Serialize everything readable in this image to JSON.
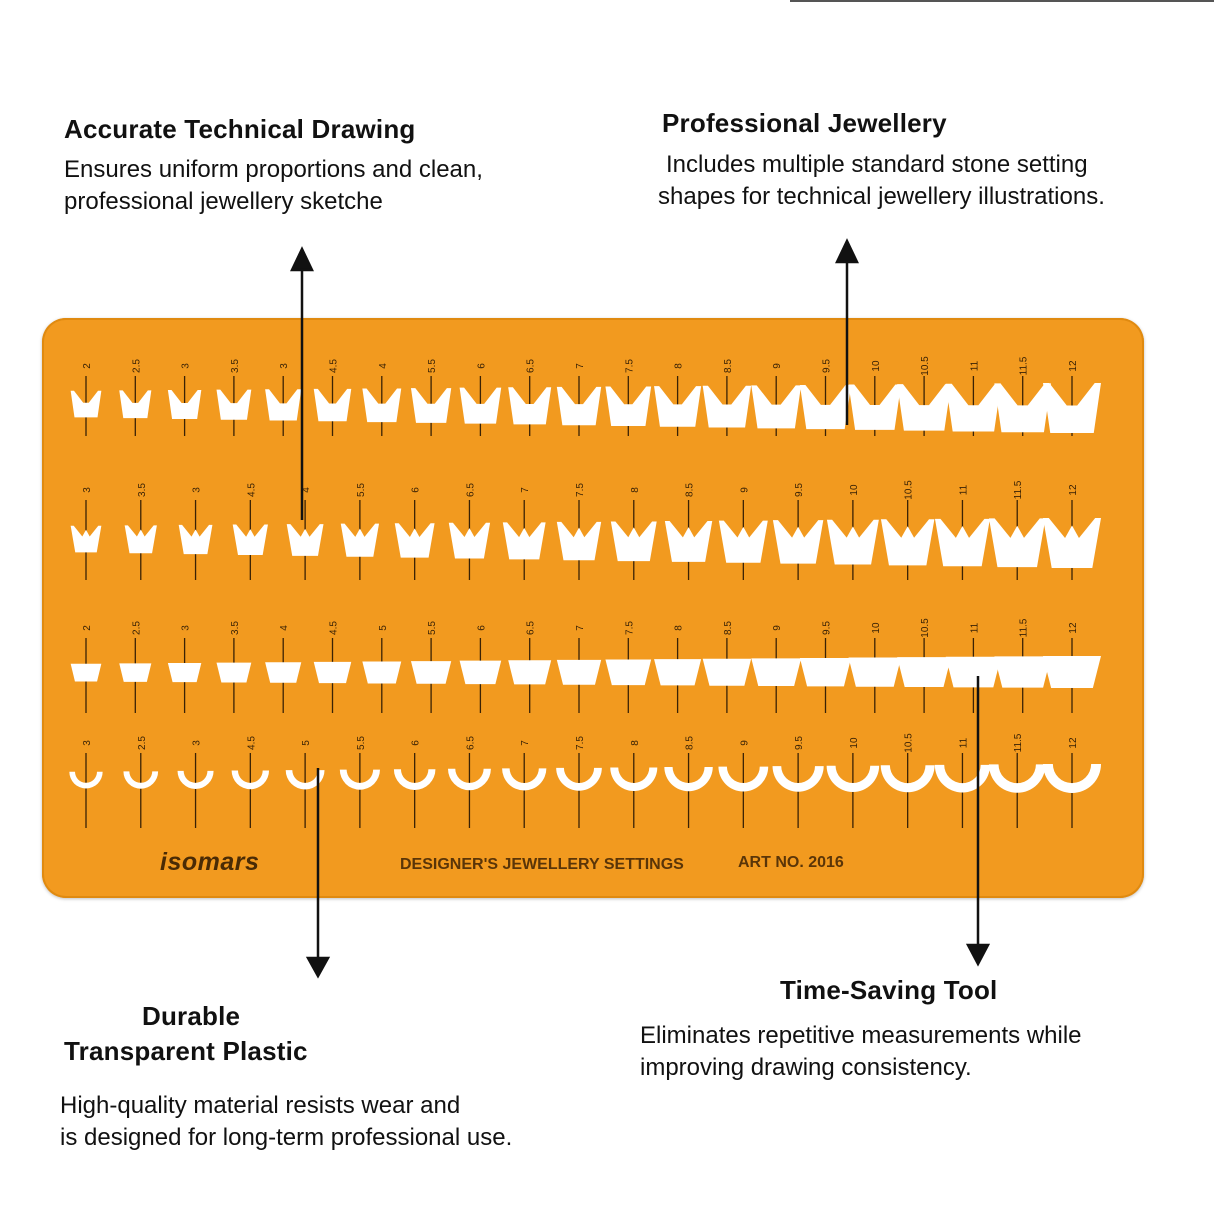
{
  "features": {
    "accurate": {
      "title": "Accurate Technical Drawing",
      "body": [
        "Ensures uniform proportions and clean,",
        "professional jewellery sketche"
      ]
    },
    "professional": {
      "title": "Professional Jewellery",
      "body": [
        "Includes multiple standard stone setting",
        "shapes for technical jewellery illustrations."
      ]
    },
    "durable": {
      "title": [
        "Durable",
        "Transparent Plastic"
      ],
      "body": [
        "High-quality material resists wear and",
        "is designed for long-term professional use."
      ]
    },
    "timesaving": {
      "title": "Time-Saving Tool",
      "body": [
        "Eliminates repetitive measurements while",
        "improving drawing consistency."
      ]
    }
  },
  "template": {
    "brand": "isomars",
    "product_title": "DESIGNER'S JEWELLERY SETTINGS",
    "part_number": "ART NO. 2016",
    "colors": {
      "plate": "#f29a1f",
      "cutout": "#ffffff",
      "ink": "#3a2205"
    },
    "rows": [
      {
        "shape": "basket-4-prong",
        "sizes": [
          "2",
          "2.5",
          "3",
          "3.5",
          "3",
          "4.5",
          "4",
          "5.5",
          "6",
          "6.5",
          "7",
          "7.5",
          "8",
          "8.5",
          "9",
          "9.5",
          "10",
          "10.5",
          "11",
          "11.5",
          "12"
        ]
      },
      {
        "shape": "crown-prong",
        "sizes": [
          "3",
          "3.5",
          "3",
          "4.5",
          "4",
          "5.5",
          "6",
          "6.5",
          "7",
          "7.5",
          "8",
          "8.5",
          "9",
          "9.5",
          "10",
          "10.5",
          "11",
          "11.5",
          "12"
        ]
      },
      {
        "shape": "bezel-trapezoid",
        "sizes": [
          "2",
          "2.5",
          "3",
          "3.5",
          "4",
          "4.5",
          "5",
          "5.5",
          "6",
          "6.5",
          "7",
          "7.5",
          "8",
          "8.5",
          "9",
          "9.5",
          "10",
          "10.5",
          "11",
          "11.5",
          "12"
        ]
      },
      {
        "shape": "cup-round",
        "sizes": [
          "3",
          "2.5",
          "3",
          "4.5",
          "5",
          "5.5",
          "6",
          "6.5",
          "7",
          "7.5",
          "8",
          "8.5",
          "9",
          "9.5",
          "10",
          "10.5",
          "11",
          "11.5",
          "12"
        ]
      }
    ]
  }
}
